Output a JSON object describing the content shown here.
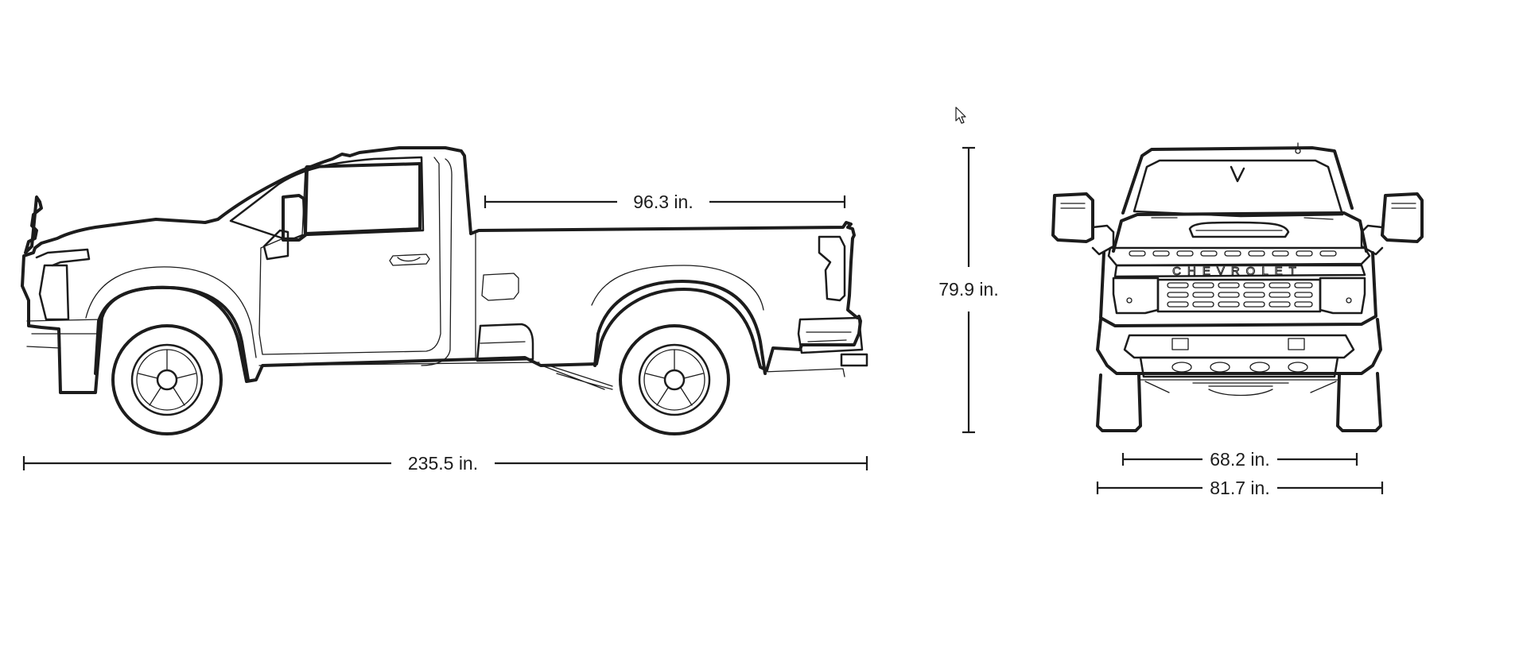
{
  "dimensions": {
    "overall_length": "235.5 in.",
    "bed_length": "96.3 in.",
    "height": "79.9 in.",
    "front_track": "68.2 in.",
    "overall_width": "81.7 in."
  },
  "front_badge": "CHEVROLET",
  "icons": {
    "truck_side_view": "side-view truck line drawing",
    "truck_front_view": "front-view truck line drawing",
    "cursor": "mouse-pointer-icon"
  }
}
